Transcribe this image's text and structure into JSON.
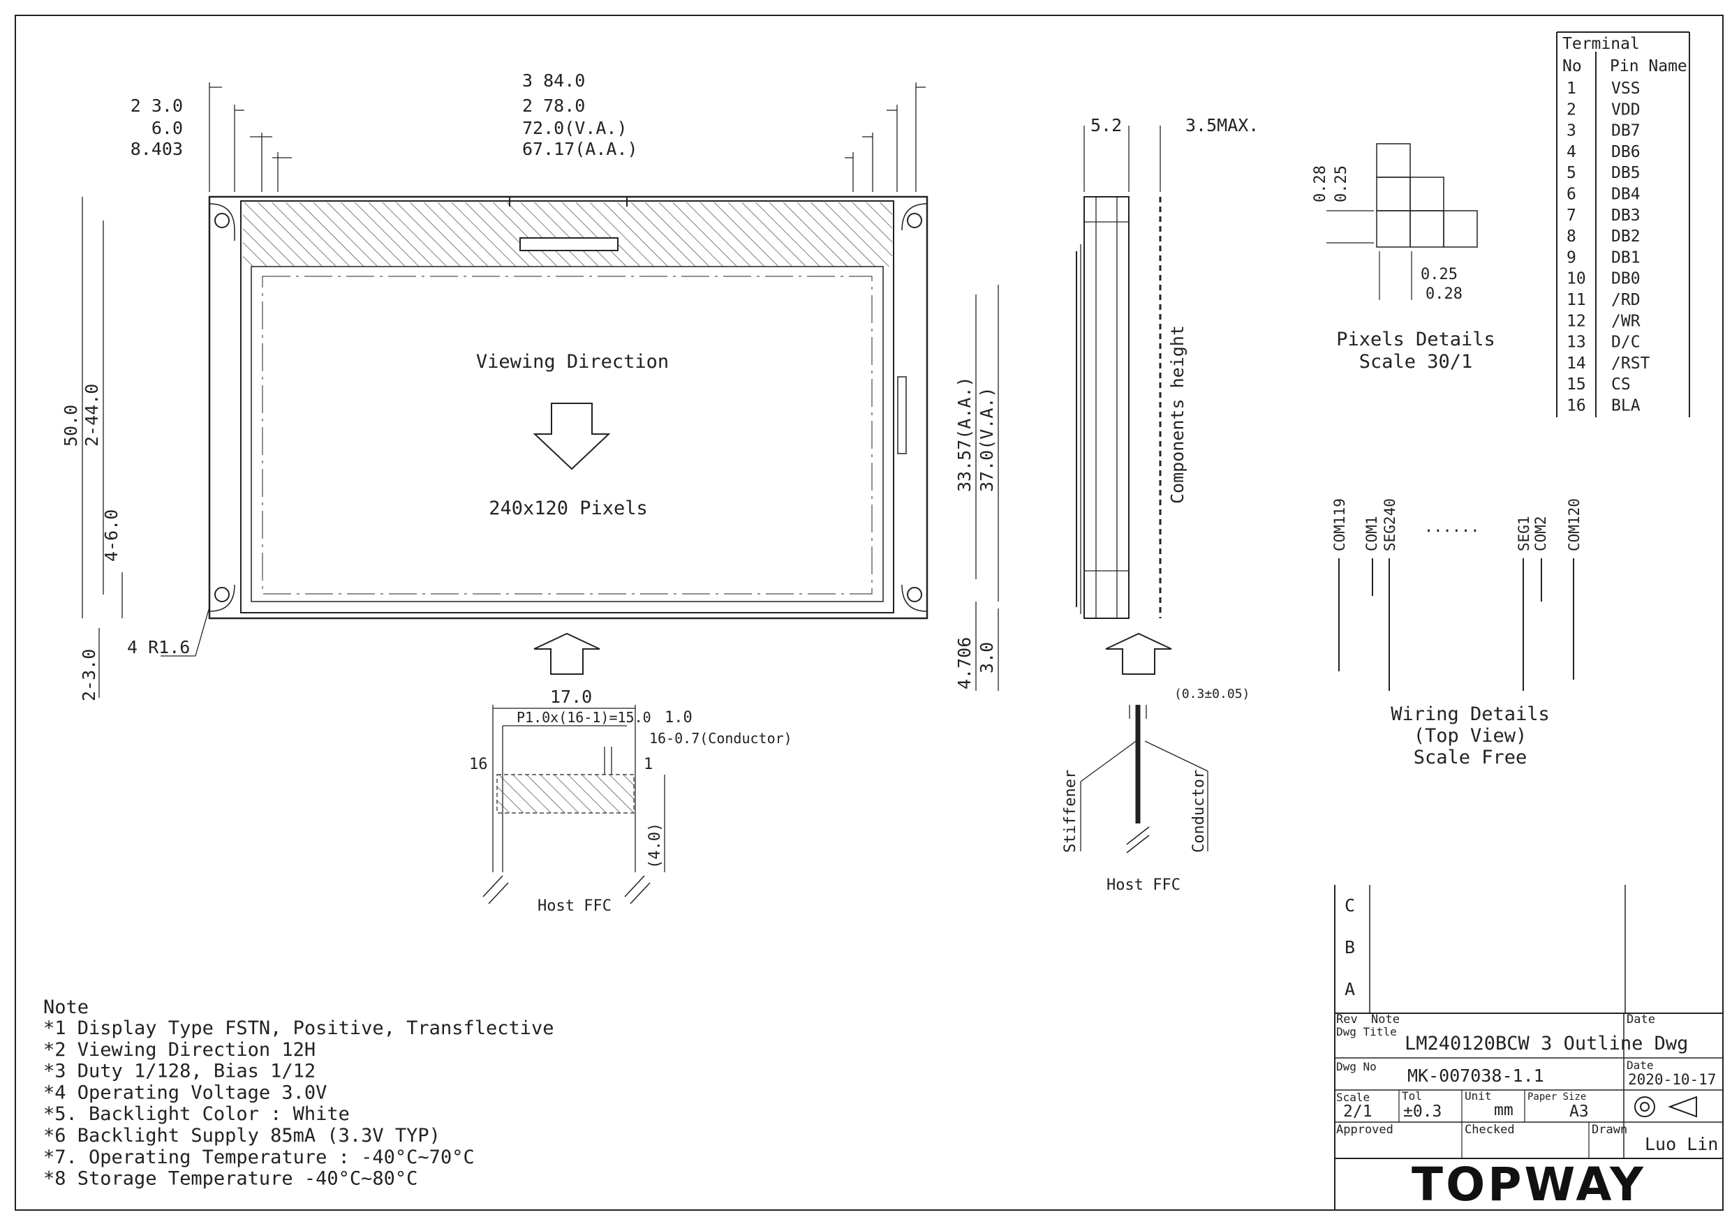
{
  "front_view": {
    "top_dims": [
      "3 84.0",
      "2 78.0",
      "72.0(V.A.)",
      "67.17(A.A.)"
    ],
    "left_top_dims": [
      "2 3.0",
      "6.0",
      "8.403"
    ],
    "viewing_direction": "Viewing Direction",
    "pixels": "240x120 Pixels",
    "left_dims": {
      "total": "50.0",
      "inner": "2-44.0",
      "lower": "4-6.0",
      "bottom": "2-3.0"
    },
    "radius_note": "4 R1.6",
    "right_dims": {
      "aa": "33.57(A.A.)",
      "va": "37.0(V.A.)",
      "low1": "4.706",
      "low2": "3.0"
    }
  },
  "fpc": {
    "width": "17.0",
    "pitch": "P1.0x(16-1)=15.0",
    "edge": "1.0",
    "conductor": "16-0.7(Conductor)",
    "pin_first": "16",
    "pin_last": "1",
    "length": "(4.0)",
    "label": "Host FFC"
  },
  "side_view": {
    "dim_a": "5.2",
    "dim_b": "3.5MAX.",
    "components": "Components height",
    "thickness": "(0.3±0.05)",
    "stiffener": "Stiffener",
    "conductor": "Conductor",
    "label": "Host FFC"
  },
  "pixel_details": {
    "dims_v": [
      "0.28",
      "0.25"
    ],
    "dims_h": [
      "0.25",
      "0.28"
    ],
    "title": "Pixels Details",
    "scale": "Scale 30/1"
  },
  "terminal": {
    "title": "Terminal",
    "headers": [
      "No",
      "Pin Name"
    ],
    "rows": [
      [
        "1",
        "VSS"
      ],
      [
        "2",
        "VDD"
      ],
      [
        "3",
        "DB7"
      ],
      [
        "4",
        "DB6"
      ],
      [
        "5",
        "DB5"
      ],
      [
        "6",
        "DB4"
      ],
      [
        "7",
        "DB3"
      ],
      [
        "8",
        "DB2"
      ],
      [
        "9",
        "DB1"
      ],
      [
        "10",
        "DB0"
      ],
      [
        "11",
        "/RD"
      ],
      [
        "12",
        "/WR"
      ],
      [
        "13",
        "D/C"
      ],
      [
        "14",
        "/RST"
      ],
      [
        "15",
        "CS"
      ],
      [
        "16",
        "BLA"
      ]
    ]
  },
  "wiring": {
    "labels": [
      "COM119",
      "COM1",
      "SEG240",
      "SEG1",
      "COM2",
      "COM120"
    ],
    "dots": "......",
    "title": "Wiring Details",
    "subtitle": "(Top View)",
    "scale": "Scale Free"
  },
  "notes": {
    "title": "Note",
    "items": [
      "*1  Display Type   FSTN, Positive, Transflective",
      "*2  Viewing Direction   12H",
      "*3  Duty   1/128, Bias   1/12",
      "*4  Operating Voltage   3.0V",
      "*5. Backlight Color : White",
      "*6  Backlight Supply   85mA (3.3V TYP)",
      "*7. Operating Temperature : -40°C~70°C",
      "*8  Storage Temperature    -40°C~80°C"
    ]
  },
  "title_block": {
    "revs": [
      "C",
      "B",
      "A"
    ],
    "rev_label": "Rev",
    "note_label": "Note",
    "date_label": "Date",
    "dwg_title_label": "Dwg Title",
    "dwg_title": "LM240120BCW 3 Outline Dwg",
    "dwg_no_label": "Dwg No",
    "dwg_no": "MK-007038-1.1",
    "date_label2": "Date",
    "date": "2020-10-17",
    "scale_label": "Scale",
    "scale": "2/1",
    "tol_label": "Tol",
    "tol": "±0.3",
    "unit_label": "Unit",
    "unit": "mm",
    "paper_label": "Paper Size",
    "paper": "A3",
    "approved_label": "Approved",
    "checked_label": "Checked",
    "drawn_label": "Drawn",
    "drawn": "Luo Lin",
    "brand": "TOPWAY"
  }
}
